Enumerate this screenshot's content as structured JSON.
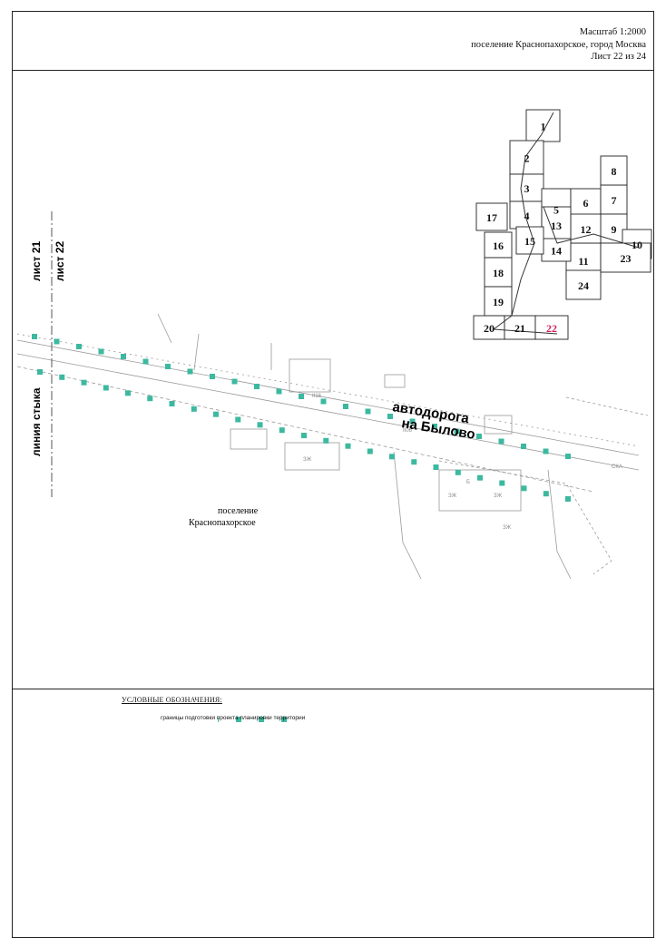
{
  "header": {
    "scale": "Масштаб 1:2000",
    "location": "поселение Краснопахорское, город Москва",
    "sheet": "Лист 22 из 24"
  },
  "map": {
    "road_label_line1": "автодорога",
    "road_label_line2": "на Былово",
    "settlement_line1": "поселение",
    "settlement_line2": "Краснопахорское",
    "sheet_left": "лист 21",
    "sheet_right": "лист 22",
    "joint_line": "линия стыка",
    "small_labels": [
      "ІІ16",
      "ІІ06",
      "ЗЖ",
      "ЗЖ",
      "Б",
      "ЗЖ",
      "ЗЖ",
      "СКА"
    ]
  },
  "index_map": {
    "sheets": [
      "1",
      "2",
      "3",
      "4",
      "5",
      "6",
      "7",
      "8",
      "9",
      "10",
      "11",
      "12",
      "13",
      "14",
      "15",
      "16",
      "17",
      "18",
      "19",
      "20",
      "21",
      "22",
      "23",
      "24"
    ],
    "current_sheet": "22",
    "current_color": "#d21f5a"
  },
  "legend": {
    "title": "УСЛОВНЫЕ ОБОЗНАЧЕНИЯ:",
    "items": [
      {
        "label": "границы подготовки проекта планировки территории",
        "color": "#3cb9a0"
      }
    ]
  },
  "colors": {
    "boundary": "#3cb9a0",
    "base_map": "#9a9a9a"
  }
}
